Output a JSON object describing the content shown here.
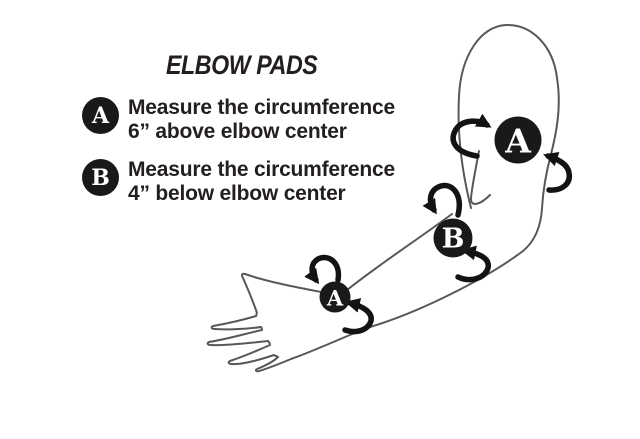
{
  "title": "ELBOW PADS",
  "legend": [
    {
      "badge": "A",
      "line1": "Measure the circumference",
      "line2": "6” above elbow center"
    },
    {
      "badge": "B",
      "line1": "Measure the circumference",
      "line2": "4” below elbow center"
    }
  ],
  "diagram": {
    "subject": "arm-with-measurement-points",
    "markers": [
      {
        "label": "A",
        "location": "upper-arm-6-inches-above-elbow-center"
      },
      {
        "label": "B",
        "location": "forearm-4-inches-below-elbow-center"
      },
      {
        "label": "A",
        "location": "wrist"
      }
    ]
  },
  "colors": {
    "background": "#ffffff",
    "ink": "#231f20",
    "arm_outline": "#57585b",
    "marker_fill": "#1b1918",
    "marker_letter": "#ffffff",
    "arrow": "#151312"
  }
}
